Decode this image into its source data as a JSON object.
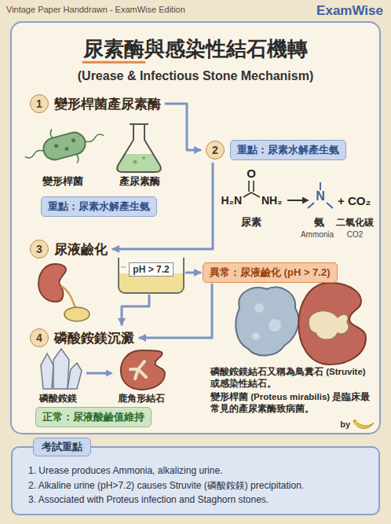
{
  "diagram": {
    "title": "尿素酶與感染性結石機轉",
    "nodes": [
      {
        "text": [
          "1",
          "變形桿菌產尿素酶"
        ]
      },
      {
        "text": [
          "重點：尿素水解產生氨"
        ]
      },
      {
        "text": [
          "2",
          "重點：尿素水解產生氨"
        ]
      },
      {
        "text": [
          "3",
          "尿液鹼化"
        ]
      },
      {
        "text": [
          "pH > 7.2"
        ]
      },
      {
        "text": [
          "異常：尿液鹼化 (pH > 7.2)"
        ]
      },
      {
        "text": [
          "4",
          "磷酸銨鎂沉澱"
        ]
      },
      {
        "text": [
          "正常：尿液酸鹼值維持"
        ]
      },
      {
        "text": [
          "考試重點",
          "1. Urease produces Ammonia, alkalizing urine.",
          "2. Alkaline urine (pH>7.2) causes Struvite (磷酸銨鎂) precipitation.",
          "3. Associated with Proteus infection and Staghorn stones."
        ]
      }
    ],
    "edges": [
      {
        "from": 0,
        "to": 2,
        "arrow": "to"
      },
      {
        "from": 2,
        "to": 3,
        "arrow": "to"
      },
      {
        "from": 4,
        "to": 5,
        "arrow": "to"
      },
      {
        "from": 5,
        "to": 6,
        "arrow": "to"
      },
      {
        "from": 4,
        "to": 6,
        "arrow": "to"
      }
    ],
    "labels": [
      "Vintage Paper Handdrawn - ExamWise Edition",
      "ExamWise",
      "(Urease & Infectious Stone Mechanism)",
      "變形桿菌",
      "產尿素酶",
      "O",
      "H₂N",
      "NH₂",
      "N",
      "+ CO₂",
      "尿素",
      "氨",
      "Ammonia",
      "二氧化碳",
      "CO2",
      "磷酸銨鎂",
      "鹿角形結石",
      "磷酸銨鎂結石又稱為鳥糞石 (Struvite) 或感染性結石。",
      "變形桿菌 (Proteus mirabilis) 是臨床最常見的產尿素酶致病菌。",
      "by"
    ]
  }
}
